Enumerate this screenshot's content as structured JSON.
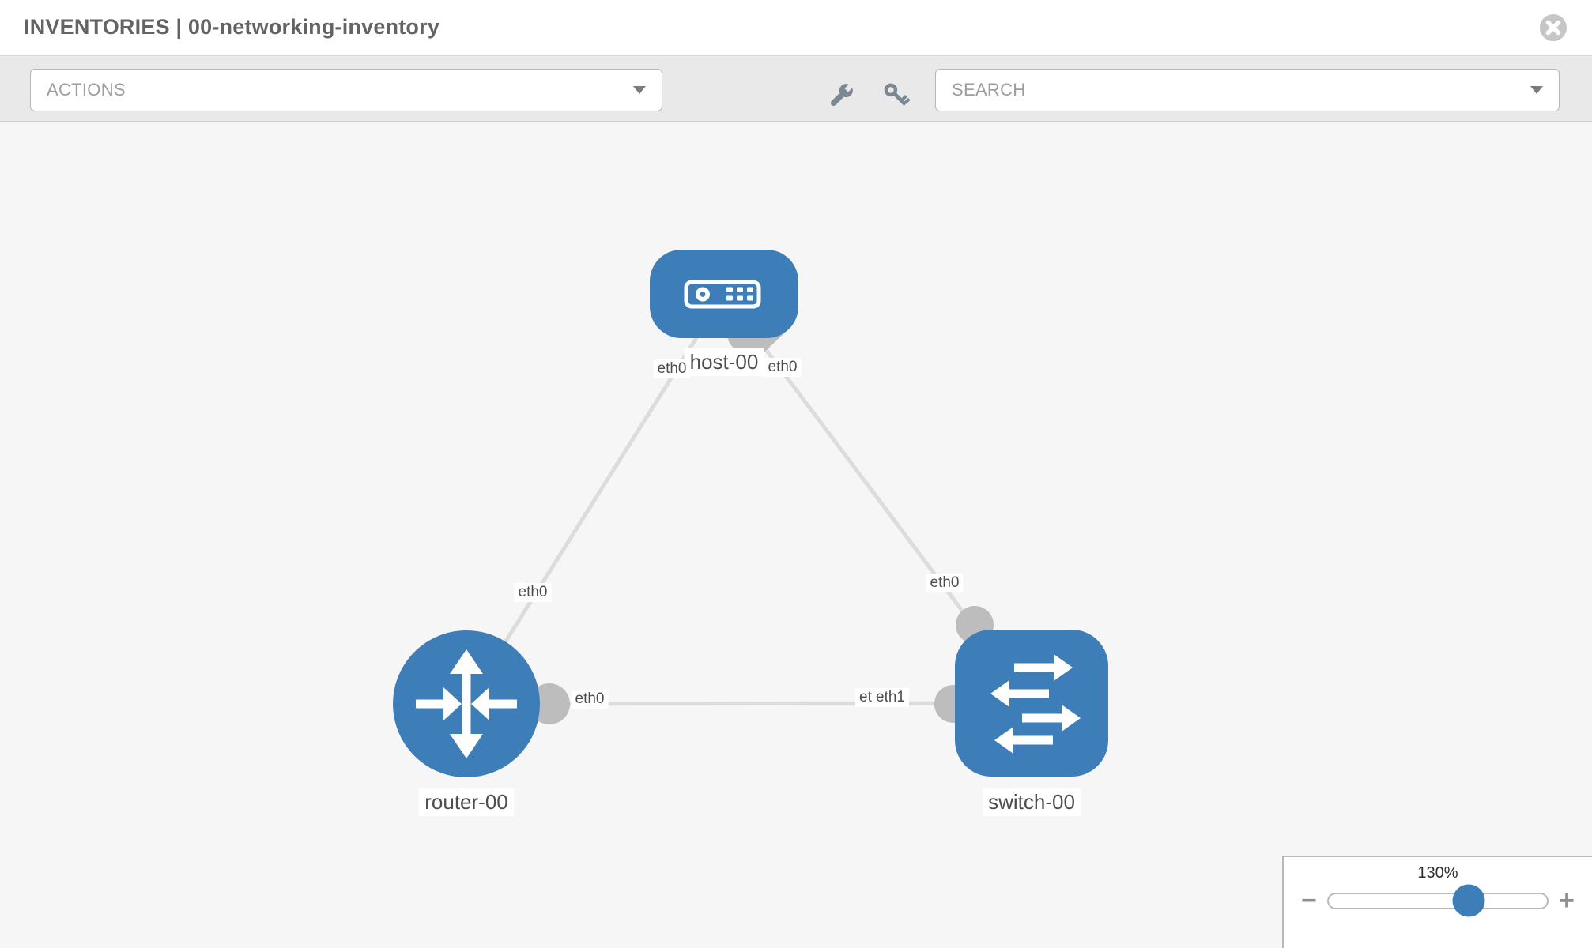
{
  "header": {
    "title": "INVENTORIES | 00-networking-inventory"
  },
  "toolbar": {
    "actions": {
      "label": "ACTIONS"
    },
    "search": {
      "label": "SEARCH"
    },
    "tools": {
      "wrench": "wrench-icon",
      "key": "key-icon"
    }
  },
  "topology": {
    "nodes": [
      {
        "name": "host-00",
        "type": "host"
      },
      {
        "name": "router-00",
        "type": "router"
      },
      {
        "name": "switch-00",
        "type": "switch"
      }
    ],
    "links": [
      {
        "from": "host-00",
        "from_iface": "eth0",
        "to": "router-00",
        "to_iface": "eth0"
      },
      {
        "from": "host-00",
        "from_iface": "eth0",
        "to": "switch-00",
        "to_iface": "eth0"
      },
      {
        "from": "router-00",
        "from_iface": "eth0",
        "to": "switch-00",
        "to_iface": "eth1"
      }
    ],
    "iface_chips": {
      "host_left": "eth0",
      "host_right": "eth0",
      "router_top": "eth0",
      "router_right": "eth0",
      "switch_top": "eth0",
      "switch_mid_under": "et",
      "switch_mid": "eth1"
    }
  },
  "zoom_control": {
    "level": "130%",
    "minus": "−",
    "plus": "+"
  },
  "colors": {
    "node_blue": "#3d7eb8",
    "link_gray": "#dcdcdc",
    "port_gray": "#bdbdbd",
    "toolbar_gray": "#e9e9e9",
    "canvas_gray": "#f6f6f6"
  }
}
